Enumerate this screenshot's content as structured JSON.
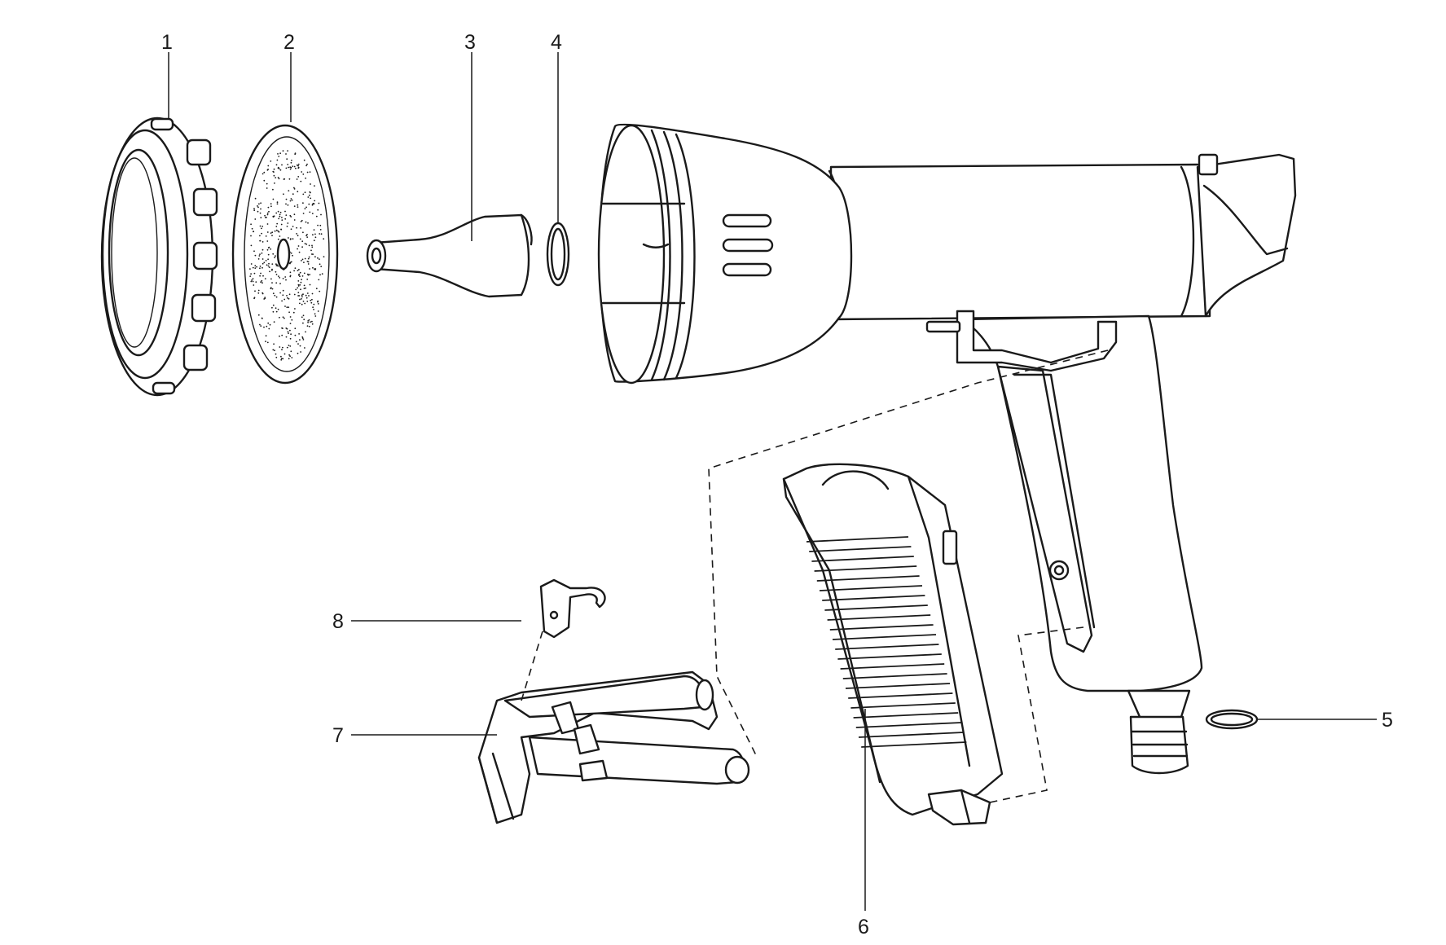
{
  "callouts": [
    "1",
    "2",
    "3",
    "4",
    "5",
    "6",
    "7",
    "8"
  ],
  "colors": {
    "ink": "#1a1a1a",
    "paper": "#ffffff"
  }
}
